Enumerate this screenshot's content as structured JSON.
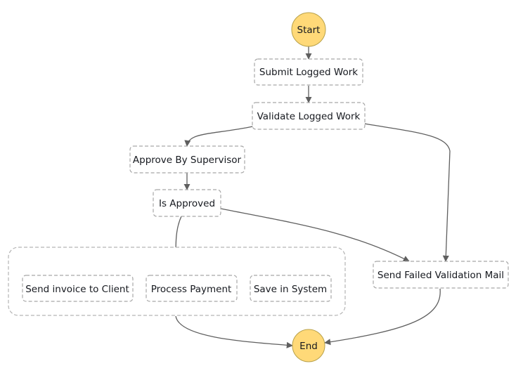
{
  "diagram": {
    "nodes": {
      "start": "Start",
      "submit": "Submit Logged Work",
      "validate": "Validate Logged Work",
      "approve": "Approve By Supervisor",
      "is_approved": "Is Approved",
      "send_invoice": "Send invoice to Client",
      "process_payment": "Process Payment",
      "save_system": "Save in System",
      "send_failed": "Send Failed Validation Mail",
      "end": "End"
    }
  }
}
